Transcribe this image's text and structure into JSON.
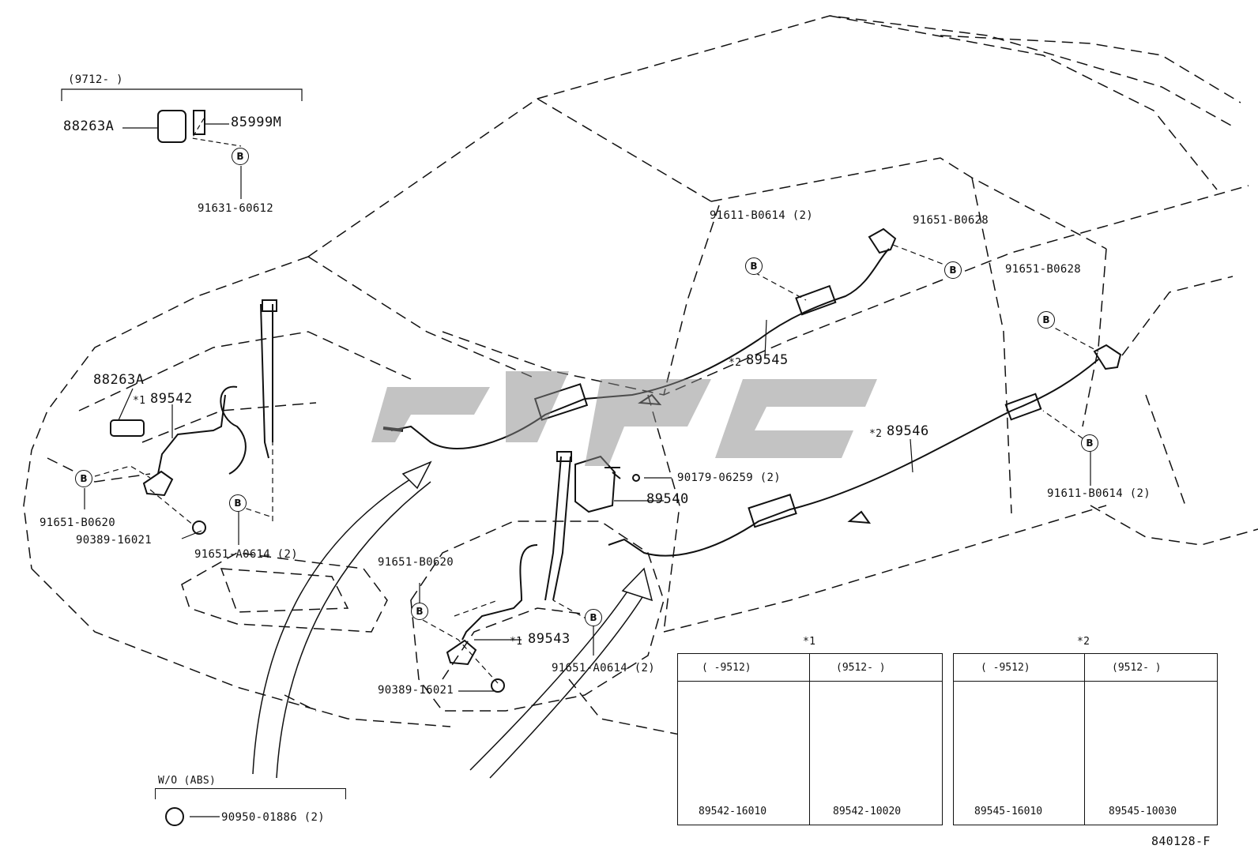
{
  "diagram": {
    "figure_code": "840128-F",
    "bolt_symbol": "B",
    "top_left_group": {
      "range": "(9712-      )",
      "parts": [
        "88263A",
        "85999M",
        "91631-60612"
      ]
    },
    "labels": {
      "p88263a_top": "88263A",
      "p85999m": "85999M",
      "p91631": "91631-60612",
      "p88263a_left": "88263A",
      "p89542": "89542",
      "p89542_mark": "*1",
      "p91651_b0620_left": "91651-B0620",
      "p90389_left": "90389-16021",
      "p91651_a0614_left": "91651-A0614 (2)",
      "p91611_b0614_top": "91611-B0614 (2)",
      "p91651_b0628_top": "91651-B0628",
      "p91651_b0628_right": "91651-B0628",
      "p89545": "89545",
      "p89545_mark": "*2",
      "p89546": "89546",
      "p89546_mark": "*2",
      "p90179": "90179-06259 (2)",
      "p89540": "89540",
      "p91611_b0614_right": "91611-B0614 (2)",
      "p91651_b0620_mid": "91651-B0620",
      "p89543": "89543",
      "p89543_mark": "*1",
      "p91651_a0614_mid": "91651-A0614 (2)",
      "p90389_mid": "90389-16021"
    },
    "wo_abs": {
      "title": "W/O (ABS)",
      "part": "90950-01886 (2)"
    },
    "table1": {
      "mark": "*1",
      "col1_range": "(     -9512)",
      "col2_range": "(9512-     )",
      "col1_part": "89542-16010",
      "col2_part": "89542-10020"
    },
    "table2": {
      "mark": "*2",
      "col1_range": "(     -9512)",
      "col2_range": "(9512-     )",
      "col1_part": "89545-16010",
      "col2_part": "89545-10030"
    }
  }
}
